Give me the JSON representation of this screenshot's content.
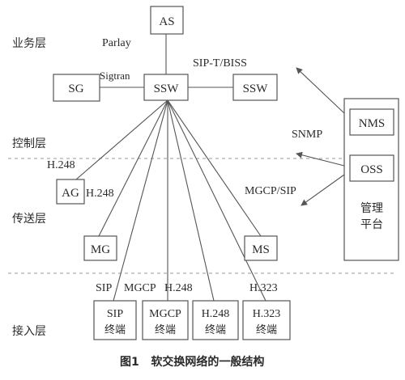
{
  "layers": {
    "service": "业务层",
    "control": "控制层",
    "transport": "传送层",
    "access": "接入层"
  },
  "nodes": {
    "as": "AS",
    "sg": "SG",
    "ssw_main": "SSW",
    "ssw_peer": "SSW",
    "nms": "NMS",
    "oss": "OSS",
    "mgmt_line1": "管理",
    "mgmt_line2": "平台",
    "ag": "AG",
    "mg": "MG",
    "ms": "MS",
    "term_sip_line1": "SIP",
    "term_sip_line2": "终端",
    "term_mgcp_line1": "MGCP",
    "term_mgcp_line2": "终端",
    "term_h248_line1": "H.248",
    "term_h248_line2": "终端",
    "term_h323_line1": "H.323",
    "term_h323_line2": "终端"
  },
  "protocols": {
    "parlay": "Parlay",
    "sigtran": "Sigtran",
    "sip_t_biss": "SIP-T/BISS",
    "snmp": "SNMP",
    "h248_ag_upper": "H.248",
    "h248_ag_side": "H.248",
    "mgcp_sip": "MGCP/SIP",
    "sip": "SIP",
    "mgcp": "MGCP",
    "h248_term": "H.248",
    "h323": "H.323"
  },
  "caption": "图1   软交换网络的一般结构"
}
